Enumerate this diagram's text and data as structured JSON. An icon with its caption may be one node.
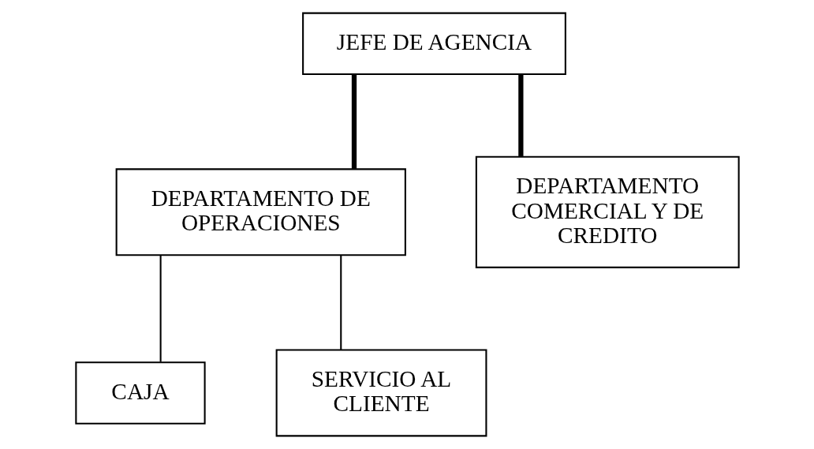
{
  "diagram": {
    "nodes": [
      {
        "text": [
          "JEFE DE AGENCIA"
        ]
      },
      {
        "text": [
          "DEPARTAMENTO DE OPERACIONES"
        ]
      },
      {
        "text": [
          "DEPARTAMENTO COMERCIAL Y DE CREDITO"
        ]
      },
      {
        "text": [
          "CAJA"
        ]
      },
      {
        "text": [
          "SERVICIO AL CLIENTE"
        ]
      }
    ],
    "edges": [
      {
        "from": 0,
        "to": 1,
        "arrow": "none",
        "style": "thick"
      },
      {
        "from": 0,
        "to": 2,
        "arrow": "none",
        "style": "thick"
      },
      {
        "from": 1,
        "to": 3,
        "arrow": "none"
      },
      {
        "from": 1,
        "to": 4,
        "arrow": "none"
      }
    ]
  }
}
